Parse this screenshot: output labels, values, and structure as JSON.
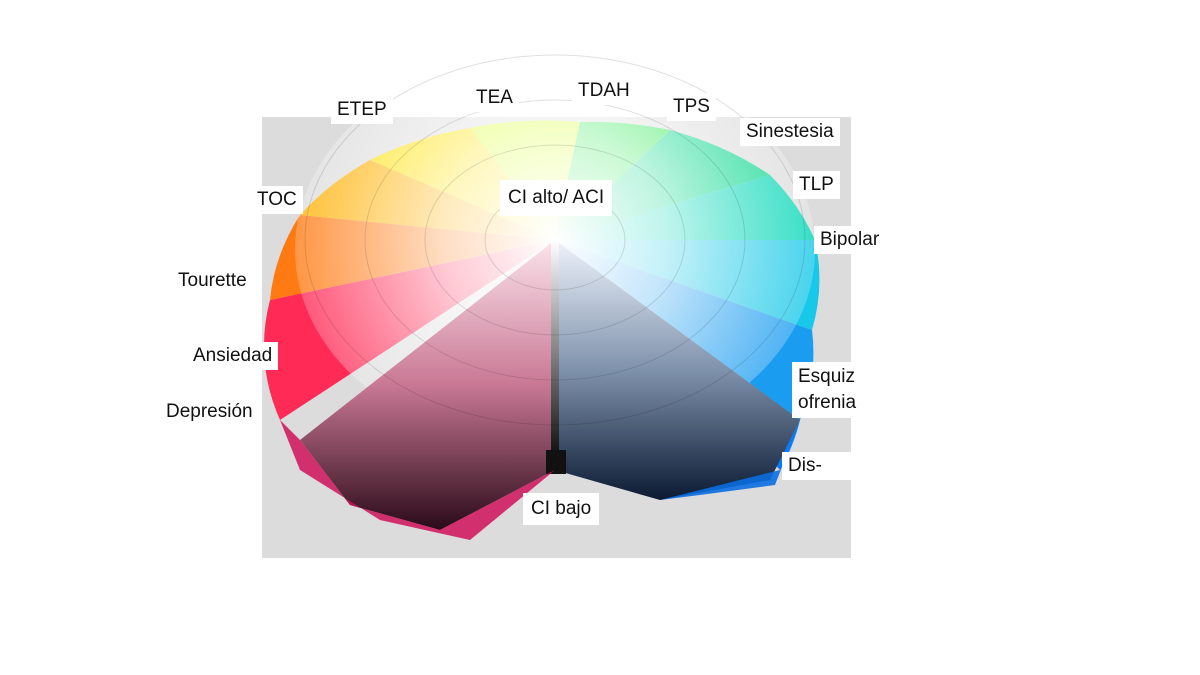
{
  "diagram": {
    "title": "",
    "center_top_label": "CI alto/ ACI",
    "center_bottom_label": "CI bajo",
    "labels": [
      {
        "id": "etep",
        "text": "ETEP"
      },
      {
        "id": "tea",
        "text": "TEA"
      },
      {
        "id": "tdah",
        "text": "TDAH"
      },
      {
        "id": "tps",
        "text": "TPS"
      },
      {
        "id": "sinestesia",
        "text": "Sinestesia"
      },
      {
        "id": "toc",
        "text": "TOC"
      },
      {
        "id": "tlp",
        "text": "TLP"
      },
      {
        "id": "bipolar",
        "text": "Bipolar"
      },
      {
        "id": "tourette",
        "text": "Tourette"
      },
      {
        "id": "ansiedad",
        "text": "Ansiedad"
      },
      {
        "id": "depresion",
        "text": "Depresión"
      },
      {
        "id": "esquizofrenia",
        "text": "Esquiz ofrenia"
      },
      {
        "id": "dis",
        "text": "Dis-"
      }
    ],
    "colors": {
      "panel_bg": "#dcdcdc",
      "red": "#ff1744",
      "orange": "#ff8c00",
      "amber": "#ffb300",
      "yellow": "#fff200",
      "green": "#00e03a",
      "teal": "#00c98a",
      "cyan": "#00e5f0",
      "blue": "#0a84ff",
      "center_light": "#ffffff",
      "center_dark": "#111111"
    }
  }
}
